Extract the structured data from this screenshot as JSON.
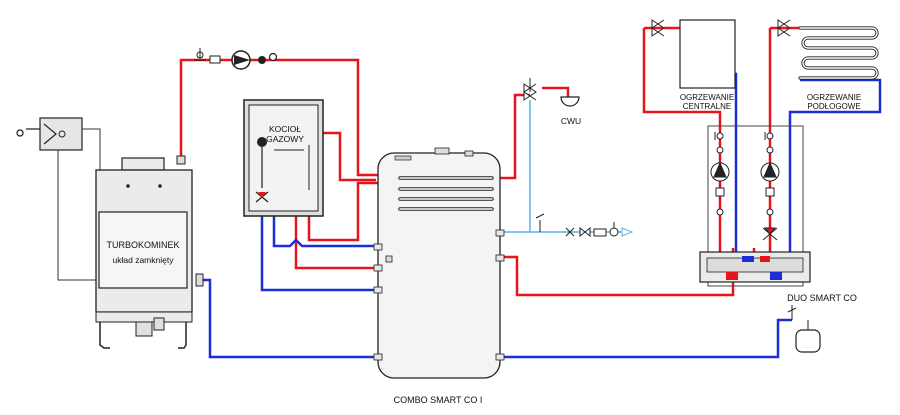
{
  "labels": {
    "fireplace_brand": "TURBOKOMINEK",
    "fireplace_desc": "układ zamknięty",
    "gas_boiler_line1": "KOCIOŁ",
    "gas_boiler_line2": "GAZOWY",
    "dhw": "CWU",
    "central_heating_line1": "OGRZEWANIE",
    "central_heating_line2": "CENTRALNE",
    "floor_heating_line1": "OGRZEWANIE",
    "floor_heating_line2": "PODŁOGOWE",
    "tank": "COMBO SMART CO I",
    "module": "DUO SMART CO"
  },
  "colors": {
    "supply": "#e8141b",
    "return": "#1c2fd6",
    "cold_water": "#58b4e8",
    "line": "#222222",
    "equipment_fill": "#ebebeb",
    "tank_fill": "#f4f4f4"
  }
}
